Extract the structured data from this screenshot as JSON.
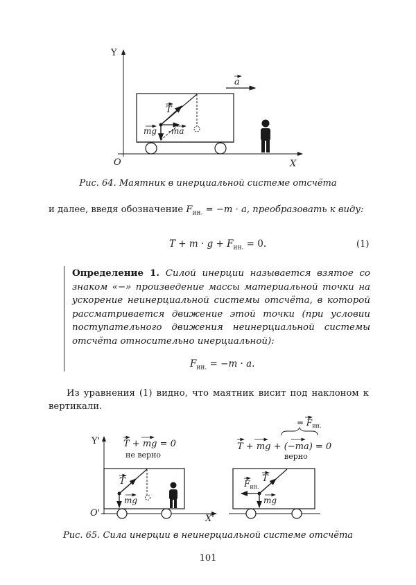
{
  "fig64": {
    "axis_y": "Y",
    "axis_x": "X",
    "origin": "O",
    "accel": "a",
    "tension": "T",
    "weight": "mg",
    "minus_ma": "-ma",
    "caption": "Рис. 64. Маятник в инерциальной системе отсчёта"
  },
  "text": {
    "intro_before": "и далее, введя обозначение ",
    "intro_formula": "F",
    "intro_sub": "ин.",
    "intro_rest": " = −m · a, преобразовать к виду:",
    "eq1_a": "T + m · g + F",
    "eq1_sub": "ин.",
    "eq1_b": " = 0.",
    "eq1_num": "(1)",
    "definition_label": "Определение 1.",
    "definition_text": " Силой инерции называется взятое со знаком «−» произведение массы материальной точки на ускорение неинерциальной системы отсчёта, в которой рассматривается движение этой точки (при условии поступательного движения неинерциальной системы отсчёта относительно инерциальной):",
    "def_formula_a": "F",
    "def_formula_sub": "ин.",
    "def_formula_b": " = −m · a.",
    "conclusion": "Из уравнения (1) видно, что маятник висит под наклоном к вертикали."
  },
  "fig65": {
    "left_eq": "T + mg = 0",
    "left_note": "не верно",
    "right_top": "= F",
    "right_top_sub": "ин.",
    "right_eq_a": "T + mg + (",
    "right_eq_mid": "−ma",
    "right_eq_b": ") = 0",
    "right_note": "верно",
    "axis_y": "Y'",
    "axis_x": "X'",
    "origin": "O'",
    "tension": "T",
    "weight": "mg",
    "inertia": "F",
    "inertia_sub": "ин.",
    "caption": "Рис. 65. Сила инерции в неинерциальной системе отсчёта"
  },
  "page_number": "101"
}
